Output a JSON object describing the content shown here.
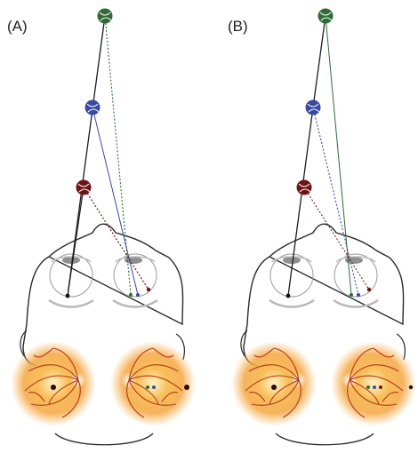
{
  "panels": [
    {
      "label": "(A)"
    },
    {
      "label": "(B)"
    }
  ],
  "colors": {
    "green": "#2f6b35",
    "blue": "#3b49a0",
    "red": "#6e1417",
    "outline": "#2a2a2a",
    "vessel": "#b23a1c",
    "retina_center": "#f6b24e"
  },
  "icons": [
    "green-ball-icon",
    "blue-ball-icon",
    "red-ball-icon",
    "head-outline",
    "eyeball",
    "retina-fundus"
  ]
}
